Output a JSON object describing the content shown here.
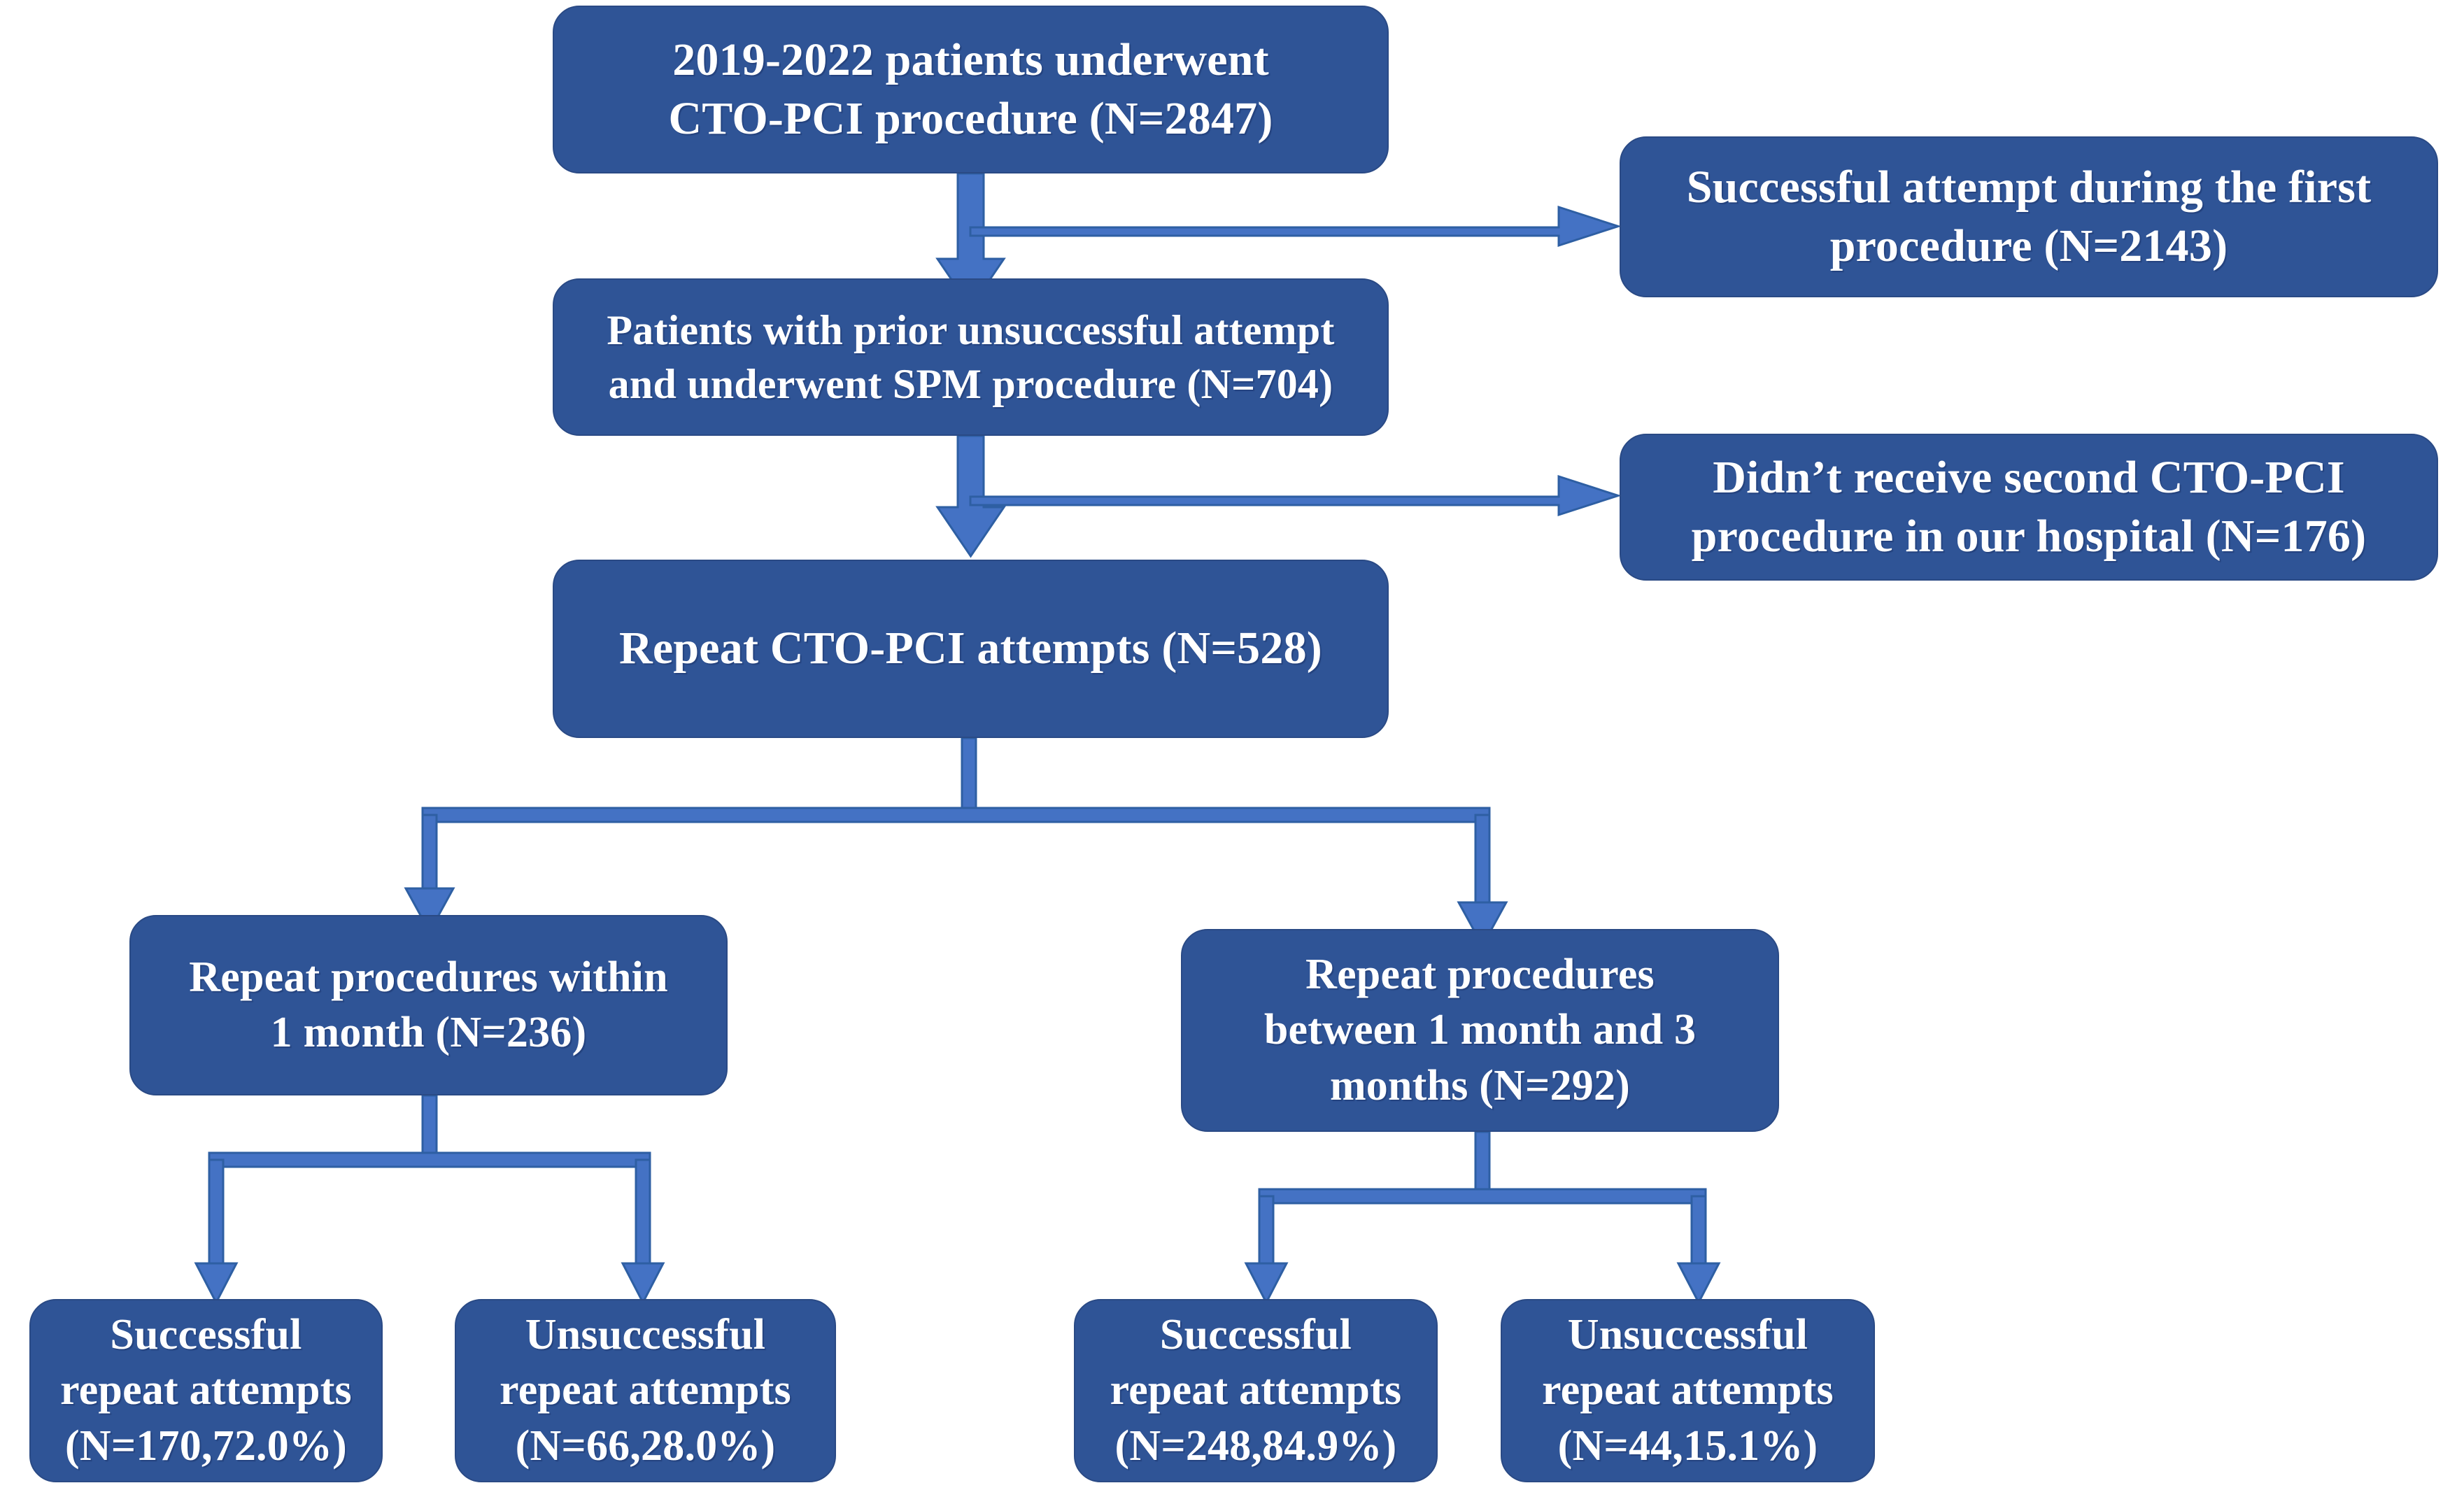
{
  "diagram": {
    "title": "CTO-PCI repeat procedure patient flow diagram",
    "colors": {
      "node_fill": "#2F5496",
      "node_border": "#2a4a85",
      "node_text": "#FFFFFF",
      "connector": "#4472C4",
      "connector_outline": "#2E5FA3",
      "background": "#FFFFFF"
    },
    "nodes": {
      "top": "2019-2022 patients underwent\nCTO-PCI  procedure (N=2847)",
      "success_first": "Successful attempt during the first\nprocedure (N=2143)",
      "prior_unsuccessful": "Patients with prior unsuccessful attempt\nand underwent SPM procedure (N=704)",
      "no_second": "Didn’t receive second CTO-PCI\nprocedure in our hospital (N=176)",
      "repeat_attempts": "Repeat CTO-PCI attempts (N=528)",
      "within_1_month": "Repeat procedures within\n1 month (N=236)",
      "between_1_and_3_months": "Repeat procedures\nbetween 1 month and 3\nmonths (N=292)",
      "success_within_1m": "Successful\nrepeat attempts\n(N=170,72.0%)",
      "unsuccess_within_1m": "Unsuccessful\nrepeat attempts\n(N=66,28.0%)",
      "success_1to3m": "Successful\nrepeat attempts\n(N=248,84.9%)",
      "unsuccess_1to3m": "Unsuccessful\nrepeat attempts\n(N=44,15.1%)"
    },
    "counts": {
      "total_cto_pci": 2847,
      "successful_first_attempt": 2143,
      "prior_unsuccessful_spm": 704,
      "no_second_procedure": 176,
      "repeat_attempts": 528,
      "within_1_month": 236,
      "between_1_and_3_months": 292,
      "success_within_1_month": 170,
      "success_within_1_month_pct": "72.0%",
      "unsuccess_within_1_month": 66,
      "unsuccess_within_1_month_pct": "28.0%",
      "success_1_to_3_months": 248,
      "success_1_to_3_months_pct": "84.9%",
      "unsuccess_1_to_3_months": 44,
      "unsuccess_1_to_3_months_pct": "15.1%"
    },
    "connectors": [
      {
        "name": "top-to-prior",
        "kind": "vertical-arrow"
      },
      {
        "name": "top-to-success-first",
        "kind": "horizontal-arrow"
      },
      {
        "name": "prior-to-repeat",
        "kind": "vertical-arrow"
      },
      {
        "name": "prior-to-no-second",
        "kind": "horizontal-arrow"
      },
      {
        "name": "repeat-split",
        "kind": "bifurcation"
      },
      {
        "name": "within1m-split",
        "kind": "bifurcation"
      },
      {
        "name": "1to3m-split",
        "kind": "bifurcation"
      }
    ]
  }
}
